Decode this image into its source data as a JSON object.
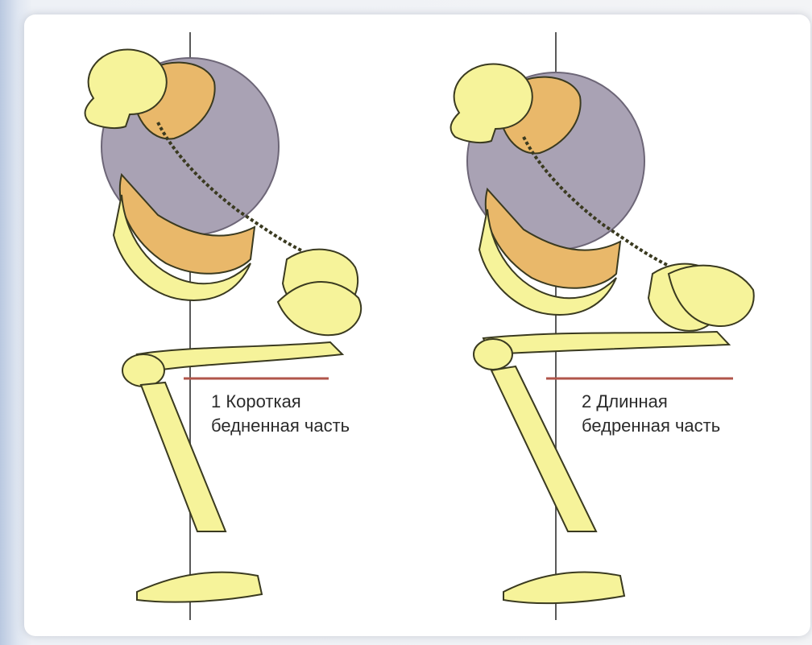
{
  "figures": [
    {
      "caption_line1": "1 Короткая",
      "caption_line2": "бедненная часть"
    },
    {
      "caption_line1": "2 Длинная",
      "caption_line2": "бедренная часть"
    }
  ],
  "colors": {
    "bone": "#f6f39a",
    "bone_outline": "#3a3a20",
    "load_circle": "#a9a2b4",
    "overlap": "#e9b86a",
    "reference_line": "#5a5a5a",
    "femur_marker": "#b0554a"
  }
}
